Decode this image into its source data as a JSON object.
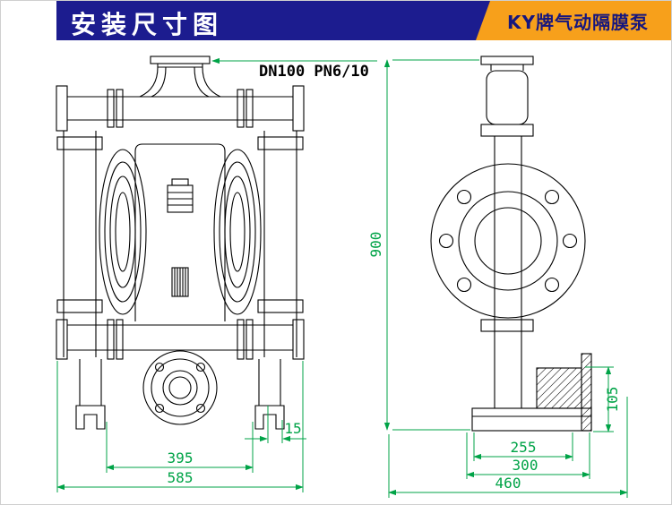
{
  "header": {
    "title": "安装尺寸图",
    "badge": "KY牌气动隔膜泵"
  },
  "colors": {
    "header_bar": "#1c1c8f",
    "badge_bg": "#f7a01b",
    "badge_text": "#16167e",
    "dim": "#00a347",
    "ink": "#000000"
  },
  "drawing": {
    "top_label": "DN100 PN6/10",
    "dims": {
      "overall_height": "900",
      "foot_offset": "15",
      "foot_span": "395",
      "overall_width": "585",
      "base_inner": "255",
      "base_mid": "300",
      "side_overall_width": "460",
      "base_height": "105"
    }
  }
}
